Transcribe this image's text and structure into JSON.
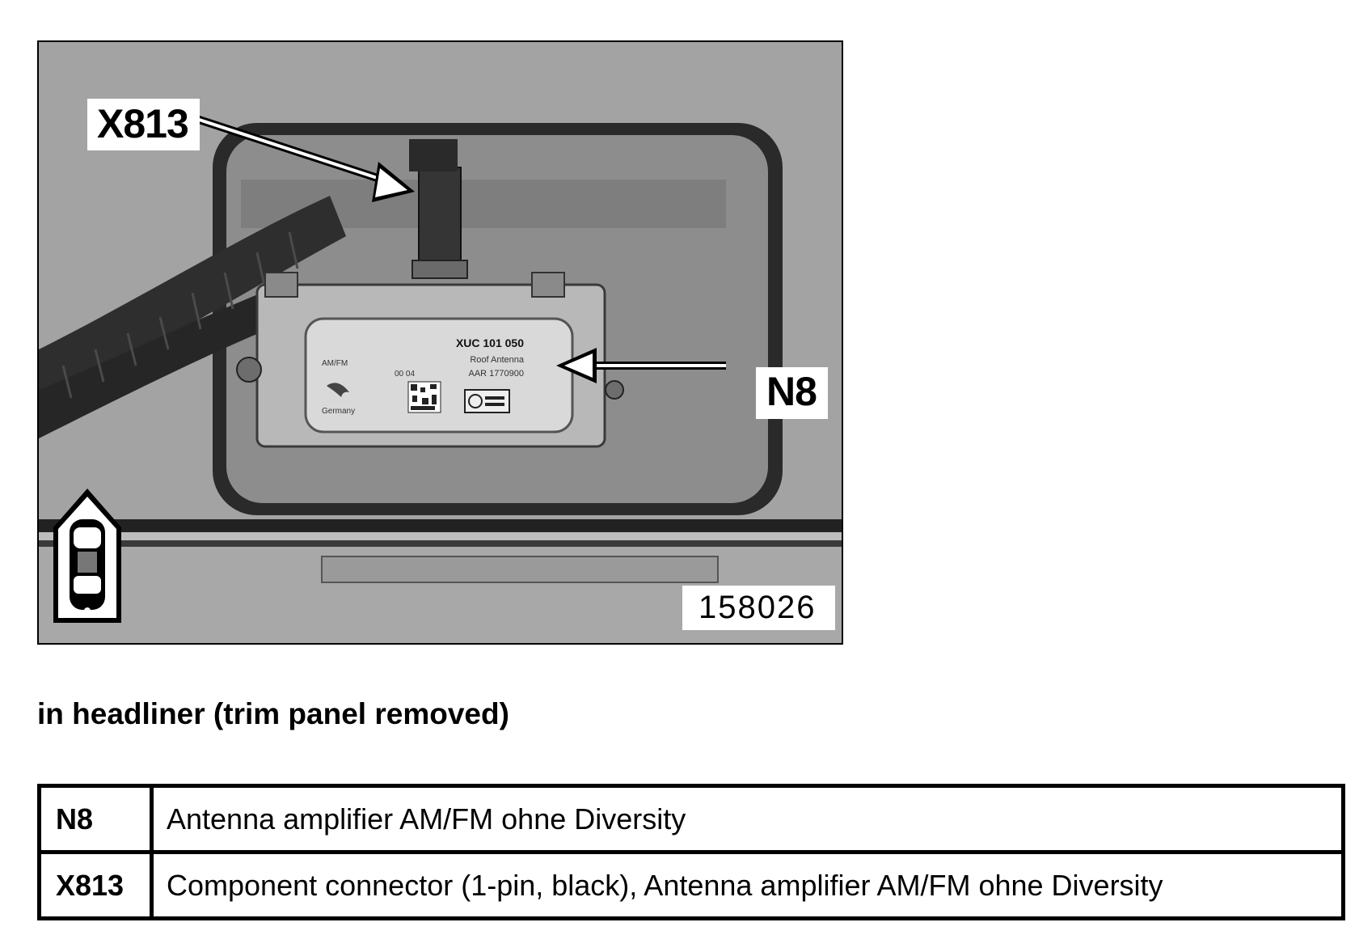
{
  "figure": {
    "callouts": {
      "x813": "X813",
      "n8": "N8"
    },
    "image_number": "158026",
    "module_label": {
      "part_no": "XUC 101 050",
      "name": "Roof Antenna",
      "ref": "AAR 1770900",
      "band": "AM/FM",
      "date": "00 04",
      "origin": "Germany"
    }
  },
  "caption": "in headliner (trim panel removed)",
  "legend": [
    {
      "code": "N8",
      "description": "Antenna amplifier AM/FM ohne Diversity"
    },
    {
      "code": "X813",
      "description": "Component connector (1-pin, black), Antenna amplifier AM/FM ohne Diversity"
    }
  ]
}
